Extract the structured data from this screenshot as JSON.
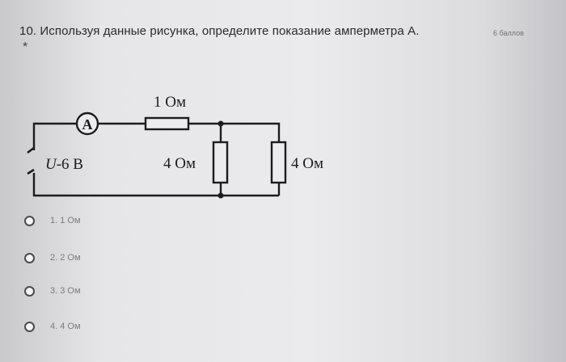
{
  "question": {
    "title": "10. Используя данные рисунка, определите показание амперметра А.",
    "points": "6 баллов",
    "required_mark": "*"
  },
  "circuit": {
    "ammeter_label": "A",
    "resistor_series_label": "1 Ом",
    "source_label_symbol": "U",
    "source_label_value": "-6 В",
    "resistor_parallel_1_label": "4 Ом",
    "resistor_parallel_2_label": "4 Ом"
  },
  "options": [
    {
      "label": "1. 1 Ом"
    },
    {
      "label": "2. 2 Ом"
    },
    {
      "label": "3. 3 Ом"
    },
    {
      "label": "4. 4 Ом"
    }
  ]
}
